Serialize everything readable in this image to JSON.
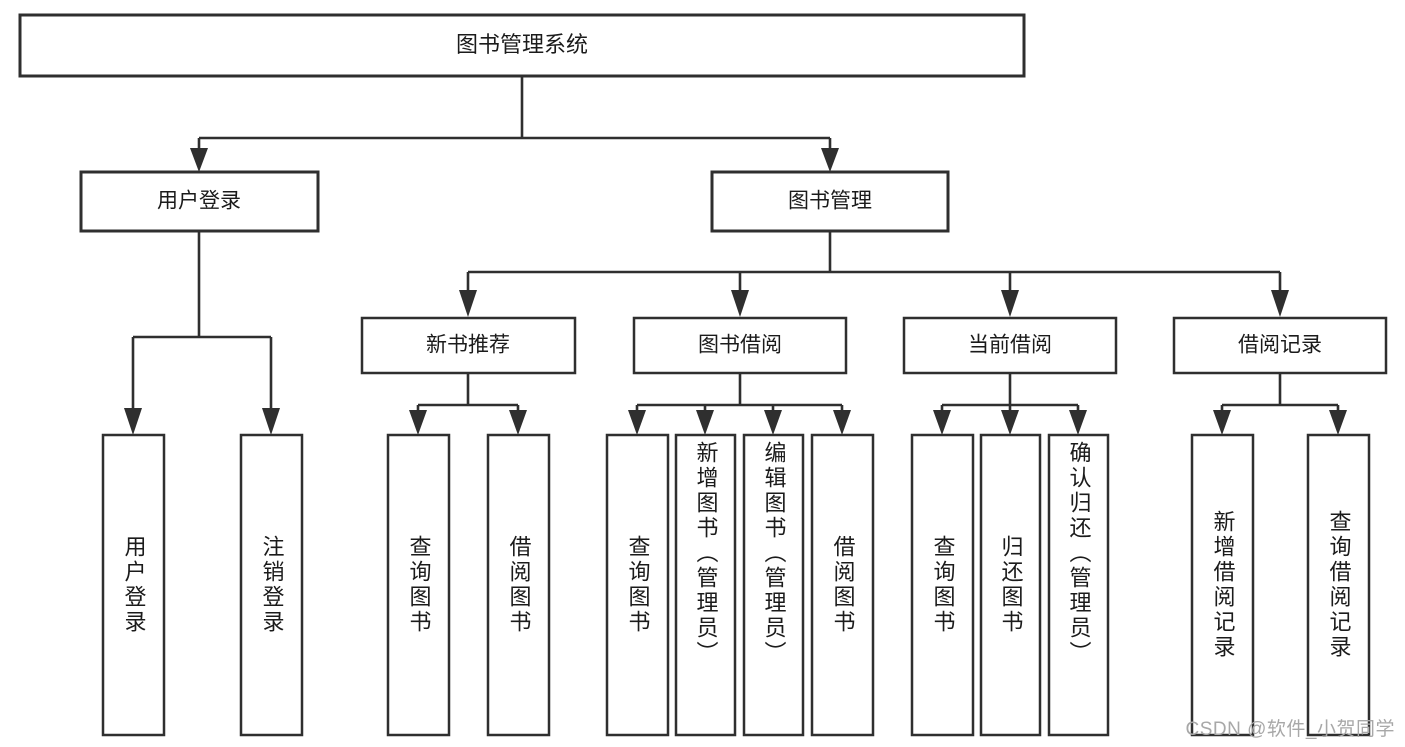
{
  "diagram": {
    "title": "图书管理系统",
    "watermark": "CSDN @软件_小贺同学",
    "line_color": "#2f2f2f",
    "box_fill": "#ffffff",
    "text_color": "#1b1b1b",
    "watermark_color": "#a8a8a8",
    "root": {
      "label": "图书管理系统"
    },
    "level2": [
      {
        "label": "用户登录"
      },
      {
        "label": "图书管理"
      }
    ],
    "level3": [
      {
        "label": "新书推荐"
      },
      {
        "label": "图书借阅"
      },
      {
        "label": "当前借阅"
      },
      {
        "label": "借阅记录"
      }
    ],
    "leaves": {
      "user_login": [
        {
          "label": "用户登录"
        },
        {
          "label": "注销登录"
        }
      ],
      "new_book": [
        {
          "label": "查询图书"
        },
        {
          "label": "借阅图书"
        }
      ],
      "book_borrow": [
        {
          "label": "查询图书"
        },
        {
          "label": "新增图书（管理员）"
        },
        {
          "label": "编辑图书（管理员）"
        },
        {
          "label": "借阅图书"
        }
      ],
      "current_borrow": [
        {
          "label": "查询图书"
        },
        {
          "label": "归还图书"
        },
        {
          "label": "确认归还（管理员）"
        }
      ],
      "borrow_record": [
        {
          "label": "新增借阅记录"
        },
        {
          "label": "查询借阅记录"
        }
      ]
    }
  }
}
